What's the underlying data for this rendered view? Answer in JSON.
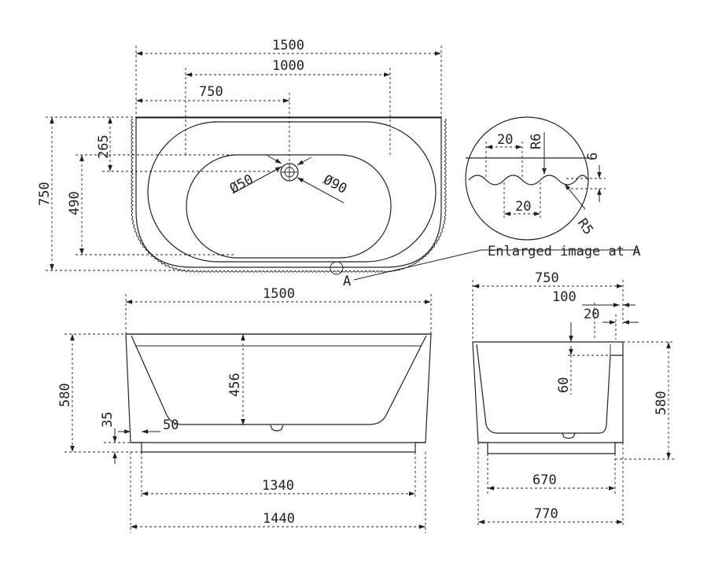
{
  "colors": {
    "line": "#222222",
    "background": "#ffffff"
  },
  "top_view": {
    "dims": {
      "overall_width": "1500",
      "span_1000": "1000",
      "center_750": "750",
      "overall_depth": "750",
      "offset_265": "265",
      "inner_490": "490"
    },
    "drain_dims": {
      "d50": "Ø50",
      "d90": "Ø90"
    },
    "detail_marker": "A",
    "callout": "Enlarged image at A"
  },
  "detail": {
    "pitch_top": "20",
    "radius_top": "R6",
    "depth": "6",
    "pitch_bottom": "20",
    "radius_bottom": "R5"
  },
  "front_view": {
    "top_width": "1500",
    "height": "580",
    "inner_depth": "456",
    "foot_height": "35",
    "foot_offset": "50",
    "base_inner": "1340",
    "base_outer": "1440"
  },
  "side_view": {
    "top_width": "750",
    "rim_100": "100",
    "rim_20": "20",
    "height": "580",
    "rim_depth": "60",
    "base_inner": "670",
    "base_outer": "770"
  }
}
